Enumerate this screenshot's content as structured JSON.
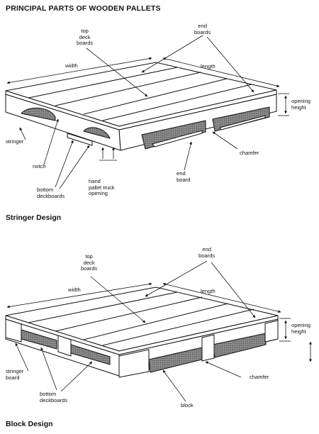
{
  "title": "PRINCIPAL PARTS OF WOODEN PALLETS",
  "stringer": {
    "caption": "Stringer Design",
    "labels": {
      "width": "width",
      "length": "length",
      "top_deck_boards": "top\ndeck\nboards",
      "end_boards": "end\nboards",
      "opening_height": "opening\nheight",
      "stringer": "stringer",
      "notch": "notch",
      "bottom_deckboards": "bottom\ndeckboards",
      "hand_pallet_truck_opening": "hand\npallet truck\nopening",
      "end_board": "end\nboard",
      "chamfer": "chamfer"
    }
  },
  "block": {
    "caption": "Block Design",
    "labels": {
      "width": "width",
      "length": "length",
      "top_deck_boards": "top\ndeck\nboards",
      "end_boards": "end\nboards",
      "opening_height": "opening\nheight",
      "stringer_board": "stringer\nboard",
      "bottom_deckboards": "bottom\ndeckboards",
      "chamfer": "chamfer",
      "block": "block"
    }
  }
}
